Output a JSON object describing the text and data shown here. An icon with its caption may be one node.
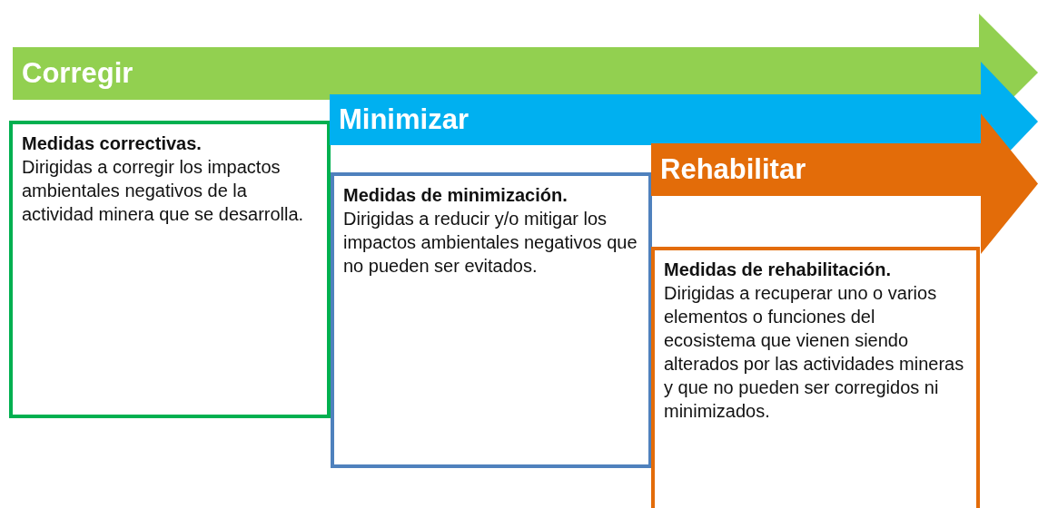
{
  "diagram": {
    "nodes": [
      {
        "text": [
          "Corregir"
        ]
      },
      {
        "text": [
          "Medidas correctivas.",
          "Dirigidas a corregir los impactos ambientales negativos de la actividad minera que se desarrolla."
        ]
      },
      {
        "text": [
          "Minimizar"
        ]
      },
      {
        "text": [
          "Medidas de minimización.",
          "Dirigidas a reducir y/o mitigar los impactos ambientales negativos que no pueden ser evitados."
        ]
      },
      {
        "text": [
          "Rehabilitar"
        ]
      },
      {
        "text": [
          "Medidas de rehabilitación.",
          "Dirigidas a recuperar uno o varios elementos o funciones del ecosistema que vienen siendo alterados por las actividades mineras y que no pueden ser corregidos ni minimizados."
        ]
      }
    ]
  }
}
